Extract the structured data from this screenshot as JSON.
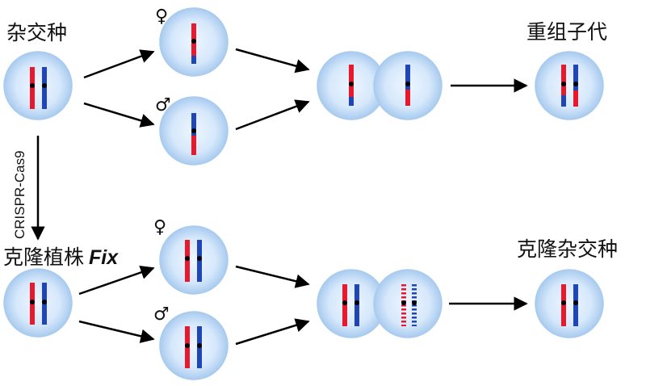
{
  "labels": {
    "hybrid": "杂交种",
    "recombinant_offspring": "重组子代",
    "clone_plant": "克隆植株",
    "fix": "Fix",
    "clone_hybrid": "克隆杂交种",
    "crispr": "CRISPR-Cas9",
    "female_top": "♀",
    "male_top": "♂",
    "female_bottom": "♀",
    "male_bottom": "♂"
  },
  "colors": {
    "red": "#e8192c",
    "blue": "#1f46b4",
    "cell_fill": "#cfe3f7",
    "cell_edge": "#9fc4ec",
    "arrow": "#000000"
  }
}
